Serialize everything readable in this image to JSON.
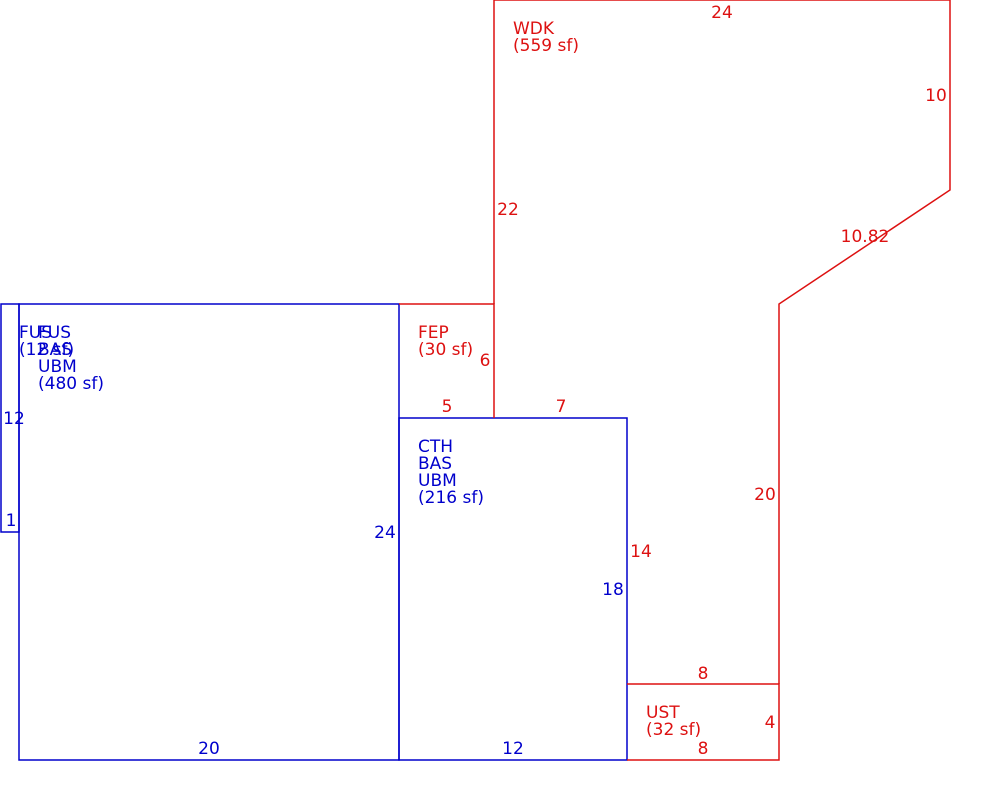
{
  "colors": {
    "blue": "#0000cc",
    "red": "#dd1111"
  },
  "areas": {
    "fus": {
      "code": "FUS",
      "area": "(12 sf)"
    },
    "main": {
      "code": "FUS",
      "line2": "BAS",
      "line3": "UBM",
      "area": "(480 sf)"
    },
    "fep": {
      "code": "FEP",
      "area": "(30 sf)"
    },
    "wdk": {
      "code": "WDK",
      "area": "(559 sf)"
    },
    "cth": {
      "code": "CTH",
      "line2": "BAS",
      "line3": "UBM",
      "area": "(216 sf)"
    },
    "ust": {
      "code": "UST",
      "area": "(32 sf)"
    }
  },
  "dimensions": {
    "fus_side": "12",
    "fus_width": "1",
    "main_bottom": "20",
    "main_right": "24",
    "fep_left": "5",
    "fep_right": "6",
    "wdk_top": "24",
    "wdk_right_upper": "10",
    "wdk_diagonal": "10.82",
    "wdk_left": "22",
    "wdk_right_lower": "20",
    "wdk_bottom_a": "7",
    "wdk_inner": "14",
    "wdk_bottom_b": "8",
    "cth_right": "18",
    "cth_bottom": "12",
    "ust_top": "8",
    "ust_side": "4",
    "ust_bottom": "8"
  }
}
